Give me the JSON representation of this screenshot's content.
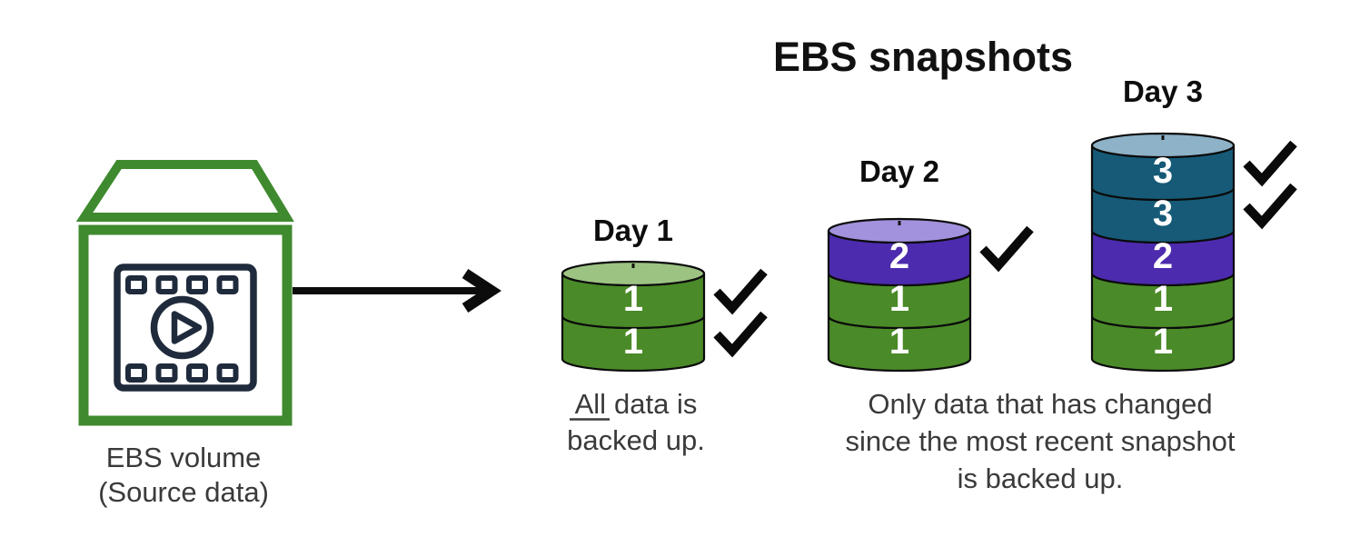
{
  "title": "EBS snapshots",
  "volume_label": {
    "line1": "EBS volume",
    "line2": "(Source data)"
  },
  "captions": {
    "full_backup": {
      "underlined": "All",
      "rest": "data is",
      "line2": "backed up."
    },
    "incremental": {
      "line1": "Only data that has changed",
      "line2": "since the most recent snapshot",
      "line3": "is backed up."
    }
  },
  "colors": {
    "green": "#4a8a28",
    "green_top": "#9dc383",
    "purple": "#4c2bae",
    "purple_top": "#a291dc",
    "teal": "#165a77",
    "teal_top": "#8eb2c7",
    "icon_green": "#3f8a2f",
    "icon_navy": "#1f2b3c",
    "ink": "#0b0b0b"
  },
  "stacks": [
    {
      "label": "Day 1",
      "top_color": "green_top",
      "segments": [
        {
          "value": "1",
          "color": "green",
          "check": true
        },
        {
          "value": "1",
          "color": "green",
          "check": true
        }
      ]
    },
    {
      "label": "Day 2",
      "top_color": "purple_top",
      "segments": [
        {
          "value": "2",
          "color": "purple",
          "check": true
        },
        {
          "value": "1",
          "color": "green",
          "check": false
        },
        {
          "value": "1",
          "color": "green",
          "check": false
        }
      ]
    },
    {
      "label": "Day 3",
      "top_color": "teal_top",
      "segments": [
        {
          "value": "3",
          "color": "teal",
          "check": true
        },
        {
          "value": "3",
          "color": "teal",
          "check": true
        },
        {
          "value": "2",
          "color": "purple",
          "check": false
        },
        {
          "value": "1",
          "color": "green",
          "check": false
        },
        {
          "value": "1",
          "color": "green",
          "check": false
        }
      ]
    }
  ]
}
